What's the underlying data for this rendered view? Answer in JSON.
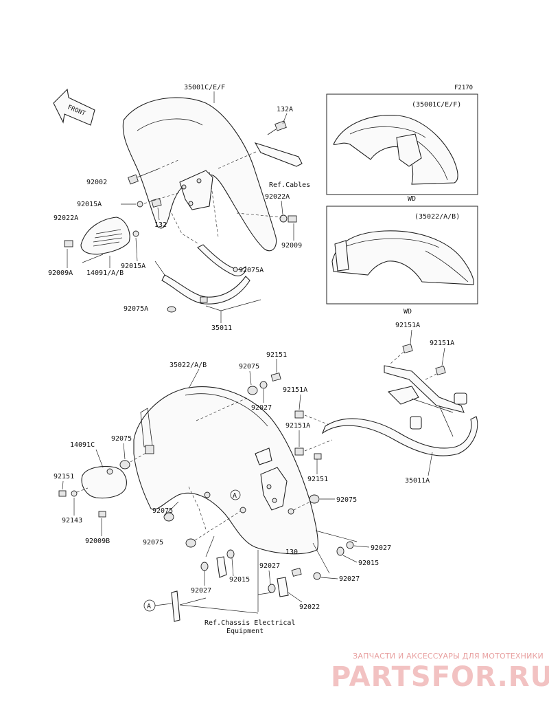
{
  "figure_code": "F2170",
  "front_label": "FRONT",
  "inset_top": {
    "title": "(35001C/E/F)",
    "caption": "WD"
  },
  "inset_bottom": {
    "title": "(35022/A/B)",
    "caption": "WD"
  },
  "labels": {
    "p35001": "35001C/E/F",
    "p132A": "132A",
    "p92002": "92002",
    "refCables": "Ref.Cables",
    "p92022A_a": "92022A",
    "p92015A_a": "92015A",
    "p92022A_b": "92022A",
    "p132": "132",
    "p92009": "92009",
    "p92015A_b": "92015A",
    "p92009A": "92009A",
    "p14091": "14091/A/B",
    "p92075A_a": "92075A",
    "p92075A_b": "92075A",
    "p35011": "35011",
    "p92151A_a": "92151A",
    "p92151A_b": "92151A",
    "p35022": "35022/A/B",
    "p92075_a": "92075",
    "p92151_a": "92151",
    "p92027_a": "92027",
    "p92151A_c": "92151A",
    "p92151A_d": "92151A",
    "p14091C": "14091C",
    "p92075_b": "92075",
    "p92151_b": "92151",
    "p92151_c": "92151",
    "p35011A": "35011A",
    "p92143": "92143",
    "p92075_c": "92075",
    "p92075_d": "92075",
    "markA_a": "A",
    "p92009B": "92009B",
    "p92075_e": "92075",
    "p92027_b": "92027",
    "p130": "130",
    "p92015_a": "92015",
    "p92027_c": "92027",
    "p92015_b": "92015",
    "p92027_d": "92027",
    "p92027_e": "92027",
    "p92022": "92022",
    "markA_b": "A",
    "refChassis1": "Ref.Chassis Electrical",
    "refChassis2": "Equipment"
  },
  "watermark": {
    "tagline": "ЗАПЧАСТИ И АКСЕССУАРЫ ДЛЯ МОТОТЕХНИКИ",
    "brand": "PARTSFOR.RU"
  }
}
